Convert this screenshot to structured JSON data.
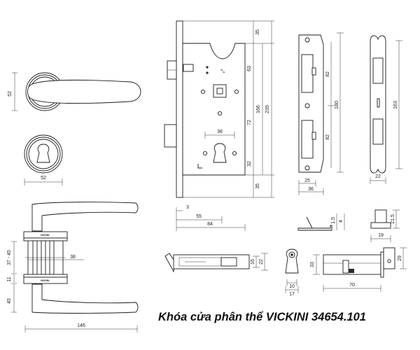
{
  "caption": "Khóa cửa phân thể VICKINI 34654.101",
  "brand_mark": "VICKINI",
  "dimensions": {
    "handle_rose_height": "52",
    "cylinder_rose_width": "52",
    "side_upper": "37 - 45",
    "side_mid": "11",
    "side_lower": "45",
    "side_spindle": "38",
    "handle_length": "146",
    "body_top": "35",
    "body_63": "63",
    "body_72": "72",
    "body_166": "166",
    "body_235": "235",
    "body_32": "32",
    "body_bottom": "35",
    "body_38": "38",
    "body_3": "3",
    "body_55": "55",
    "body_84": "84",
    "strike_82_top": "82",
    "strike_180": "180",
    "strike_82_bottom": "82",
    "strike_25": "25",
    "strike_36": "36",
    "face_163": "163",
    "face_22": "22",
    "lip_1_5": "1.5",
    "lip_4": "4",
    "box_21_5": "21.5",
    "box_19": "19",
    "latch_16": "16",
    "latch_22": "22",
    "cyl_10": "10",
    "cyl_17": "17",
    "cyl_33": "33",
    "cyl_70": "70",
    "cyl_29": "29"
  }
}
